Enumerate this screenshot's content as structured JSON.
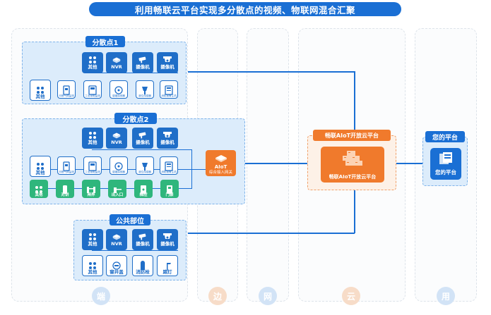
{
  "title": "利用畅联云平台实现多分散点的视频、物联网混合汇聚",
  "columns": [
    {
      "id": "duan",
      "label": "端",
      "color": "#d2e3f6"
    },
    {
      "id": "bian",
      "label": "边",
      "color": "#f7dcc8"
    },
    {
      "id": "wang",
      "label": "网",
      "color": "#d2e3f6"
    },
    {
      "id": "yun",
      "label": "云",
      "color": "#f7dcc8"
    },
    {
      "id": "yong",
      "label": "用",
      "color": "#d2e3f6"
    }
  ],
  "groups": {
    "site1": {
      "label": "分散点1",
      "top_row": [
        {
          "label": "其他",
          "icon": "dots-icon"
        },
        {
          "label": "NVR",
          "icon": "nvr-icon"
        },
        {
          "label": "摄像机",
          "icon": "camera-bullet-icon"
        },
        {
          "label": "摄像机",
          "icon": "camera-dome-icon"
        }
      ],
      "bottom_row": [
        {
          "label": "其他",
          "icon": "dots-icon"
        },
        {
          "label": "可燃气体监测",
          "icon": "gas-sensor-icon"
        },
        {
          "label": "工业用电监测",
          "icon": "power-meter-icon"
        },
        {
          "label": "感烟探测器",
          "icon": "smoke-detector-icon"
        },
        {
          "label": "液位传感器",
          "icon": "level-sensor-icon"
        },
        {
          "label": "消防报警主机",
          "icon": "fire-alarm-host-icon"
        }
      ]
    },
    "site2": {
      "label": "分散点2",
      "top_row": [
        {
          "label": "其他",
          "icon": "dots-icon"
        },
        {
          "label": "NVR",
          "icon": "nvr-icon"
        },
        {
          "label": "摄像机",
          "icon": "camera-bullet-icon"
        },
        {
          "label": "摄像机",
          "icon": "camera-dome-icon"
        }
      ],
      "mid_row": [
        {
          "label": "其他",
          "icon": "dots-icon"
        },
        {
          "label": "可燃气体监测",
          "icon": "gas-sensor-icon"
        },
        {
          "label": "工业用电监测",
          "icon": "power-meter-icon"
        },
        {
          "label": "感烟探测器",
          "icon": "smoke-detector-icon"
        },
        {
          "label": "液位传感器",
          "icon": "level-sensor-icon"
        },
        {
          "label": "消防报警主机",
          "icon": "fire-alarm-host-icon"
        }
      ],
      "green_row": [
        {
          "label": "其他",
          "icon": "dots-icon"
        },
        {
          "label": "对讲",
          "icon": "intercom-icon"
        },
        {
          "label": "闸界",
          "icon": "gate-icon"
        },
        {
          "label": "出入口",
          "icon": "entrance-icon"
        },
        {
          "label": "梯控",
          "icon": "elevator-icon"
        },
        {
          "label": "门禁",
          "icon": "door-access-icon"
        }
      ],
      "gateway": {
        "line1": "AIoT",
        "line2": "综合接入网关"
      }
    },
    "public": {
      "label": "公共部位",
      "top_row": [
        {
          "label": "其他",
          "icon": "dots-icon"
        },
        {
          "label": "NVR",
          "icon": "nvr-icon"
        },
        {
          "label": "摄像机",
          "icon": "camera-bullet-icon"
        },
        {
          "label": "摄像机",
          "icon": "camera-dome-icon"
        }
      ],
      "bottom_row": [
        {
          "label": "其他",
          "icon": "dots-icon"
        },
        {
          "label": "窨井盖",
          "icon": "manhole-icon"
        },
        {
          "label": "消防栓",
          "icon": "hydrant-icon"
        },
        {
          "label": "路灯",
          "icon": "street-light-icon"
        }
      ]
    }
  },
  "cloud": {
    "header": "畅联AIoT开放云平台",
    "caption": "畅联AIoT开放云平台"
  },
  "platform": {
    "header": "您的平台",
    "caption": "您的平台"
  },
  "colors": {
    "blue": "#1a6fd4",
    "orange": "#f07a2c",
    "green": "#2fb67c"
  }
}
